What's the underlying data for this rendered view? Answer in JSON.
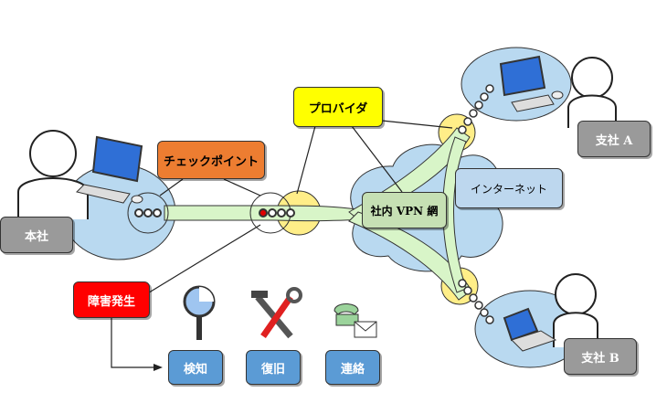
{
  "labels": {
    "checkpoint": "チェックポイント",
    "provider": "プロバイダ",
    "vpn": "社内 VPN 網",
    "internet": "インターネット",
    "hq": "本社",
    "branch_a": "支社 A",
    "branch_b": "支社 B",
    "failure": "障害発生",
    "detect": "検知",
    "recover": "復旧",
    "contact": "連絡"
  },
  "colors": {
    "checkpoint_fill": "#ed7d31",
    "provider_fill": "#ffff00",
    "failure_fill": "#ff0000",
    "vpn_fill": "#c6e0b4",
    "internet_fill": "#bdd7ee",
    "site_fill": "#9a9a9a",
    "action_fill": "#5b9bd5",
    "cloud_fill": "#b9d9f0",
    "tube_fill": "#d8f5c8",
    "junction_fill": "#ffee88"
  },
  "icons": [
    "person-icon",
    "computer-icon",
    "laptop-icon",
    "magnifier-icon",
    "tools-icon",
    "phone-mail-icon"
  ]
}
